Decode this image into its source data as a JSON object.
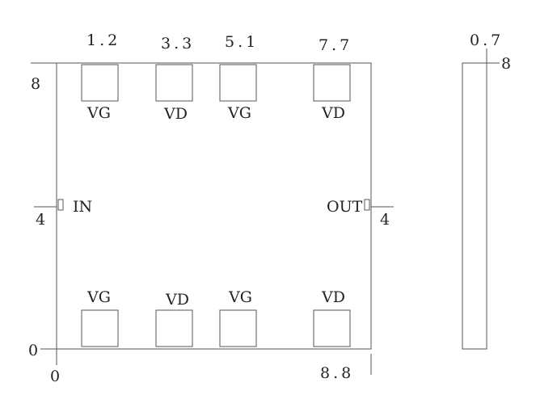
{
  "top_pads": [
    {
      "position": "1.2",
      "label": "VG"
    },
    {
      "position": "3.3",
      "label": "VD"
    },
    {
      "position": "5.1",
      "label": "VG"
    },
    {
      "position": "7.7",
      "label": "VD"
    }
  ],
  "bottom_pads": [
    {
      "label": "VG"
    },
    {
      "label": "VD"
    },
    {
      "label": "VG"
    },
    {
      "label": "VD"
    }
  ],
  "ports": {
    "input_label": "IN",
    "output_label": "OUT",
    "input_y": "4",
    "output_y": "4"
  },
  "dimensions": {
    "height_top": "8",
    "origin_y": "0",
    "origin_x": "0",
    "width": "8.8",
    "side_thickness": "0.7",
    "side_height": "8"
  }
}
